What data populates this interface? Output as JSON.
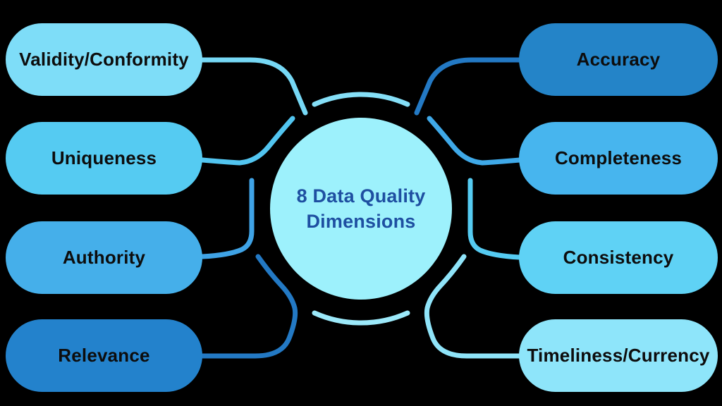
{
  "diagram": {
    "background": "#000000",
    "center": {
      "title_line1": "8 Data Quality",
      "title_line2": "Dimensions",
      "circle_fill": "#9DF1FC",
      "text_color": "#1E4FA1"
    },
    "left_items": [
      {
        "label": "Validity/Conformity",
        "pill_color": "#7EDDF8",
        "connector_color": "#76D8F5"
      },
      {
        "label": "Uniqueness",
        "pill_color": "#55CBF2",
        "connector_color": "#52C5F0"
      },
      {
        "label": "Authority",
        "pill_color": "#45AFEA",
        "connector_color": "#3FA3E6"
      },
      {
        "label": "Relevance",
        "pill_color": "#2382CC",
        "connector_color": "#2379C4"
      }
    ],
    "right_items": [
      {
        "label": "Accuracy",
        "pill_color": "#2484C8",
        "connector_color": "#2379C4"
      },
      {
        "label": "Completeness",
        "pill_color": "#47B5EE",
        "connector_color": "#3FA9E8"
      },
      {
        "label": "Consistency",
        "pill_color": "#5FD2F5",
        "connector_color": "#55CBF2"
      },
      {
        "label": "Timeliness/Currency",
        "pill_color": "#8EE5FA",
        "connector_color": "#8FE4F9"
      }
    ],
    "ring_arcs": {
      "top_color": "#85DFF7",
      "bottom_color": "#9CE9FA"
    }
  }
}
